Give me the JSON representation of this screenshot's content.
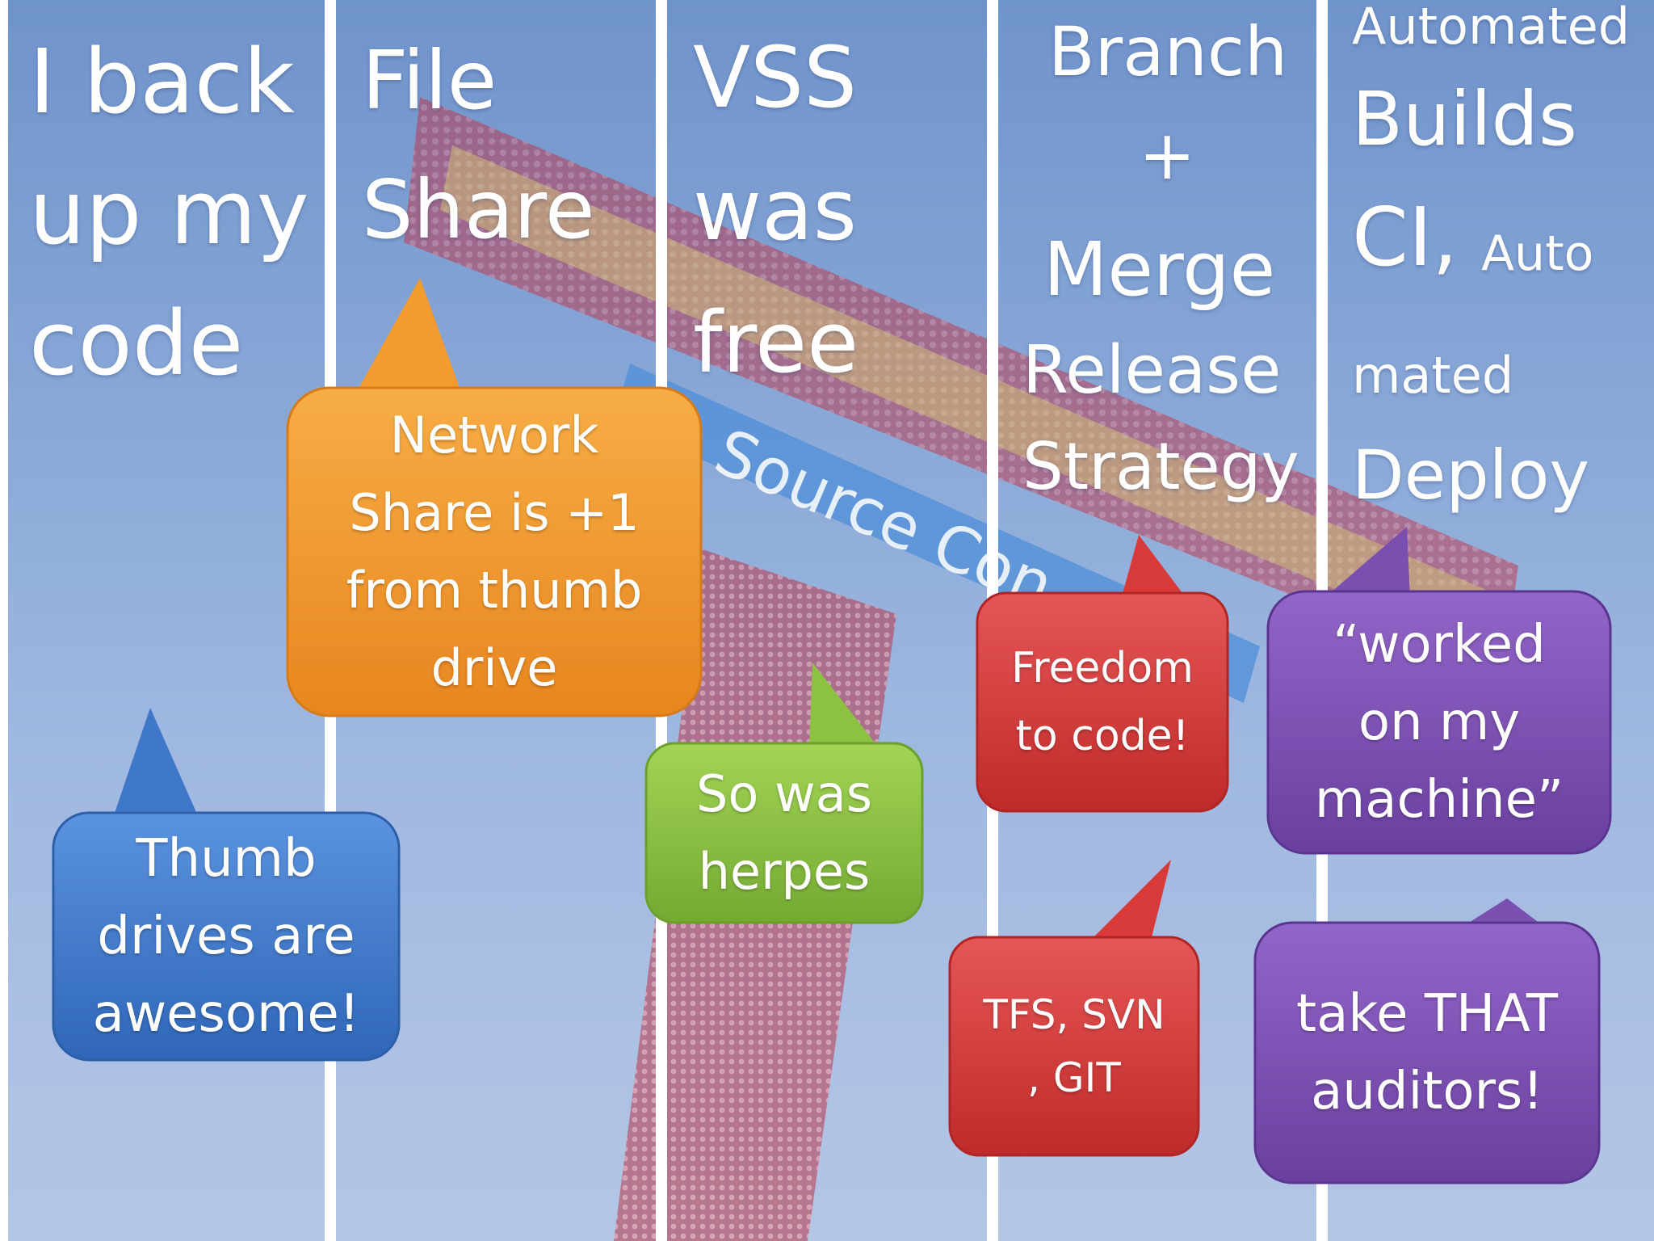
{
  "headings": {
    "col1": "I back\nup my\ncode",
    "col2": "File\nShare",
    "col3": "VSS\nwas\nfree",
    "col4_branch": "Branch",
    "col4_plus": "+",
    "col4_merge": "Merge",
    "col4_release": "Release",
    "col4_strategy": "Strategy",
    "col5_automated": "Automated",
    "col5_builds": "Builds",
    "col5_ci": "CI,",
    "col5_auto": "Auto",
    "col5_mated": "mated",
    "col5_deploy": "Deploy"
  },
  "sign": {
    "banner_text": "Source Con"
  },
  "bubbles": {
    "thumb": "Thumb\ndrives are\nawesome!",
    "network": "Network\nShare is +1\nfrom thumb\ndrive",
    "herpes": "So was\nherpes",
    "freedom": "Freedom\nto code!",
    "tfs": "TFS, SVN\n, GIT",
    "worked": "“worked\non my\nmachine”",
    "auditors": "take THAT\nauditors!"
  },
  "colors": {
    "blue": "#3f78c8",
    "orange": "#f29b2e",
    "green": "#8cc142",
    "red": "#d83a3a",
    "purple": "#7b4fb0",
    "sign_red": "#c9394a",
    "sign_yellow": "#e8d86a"
  }
}
